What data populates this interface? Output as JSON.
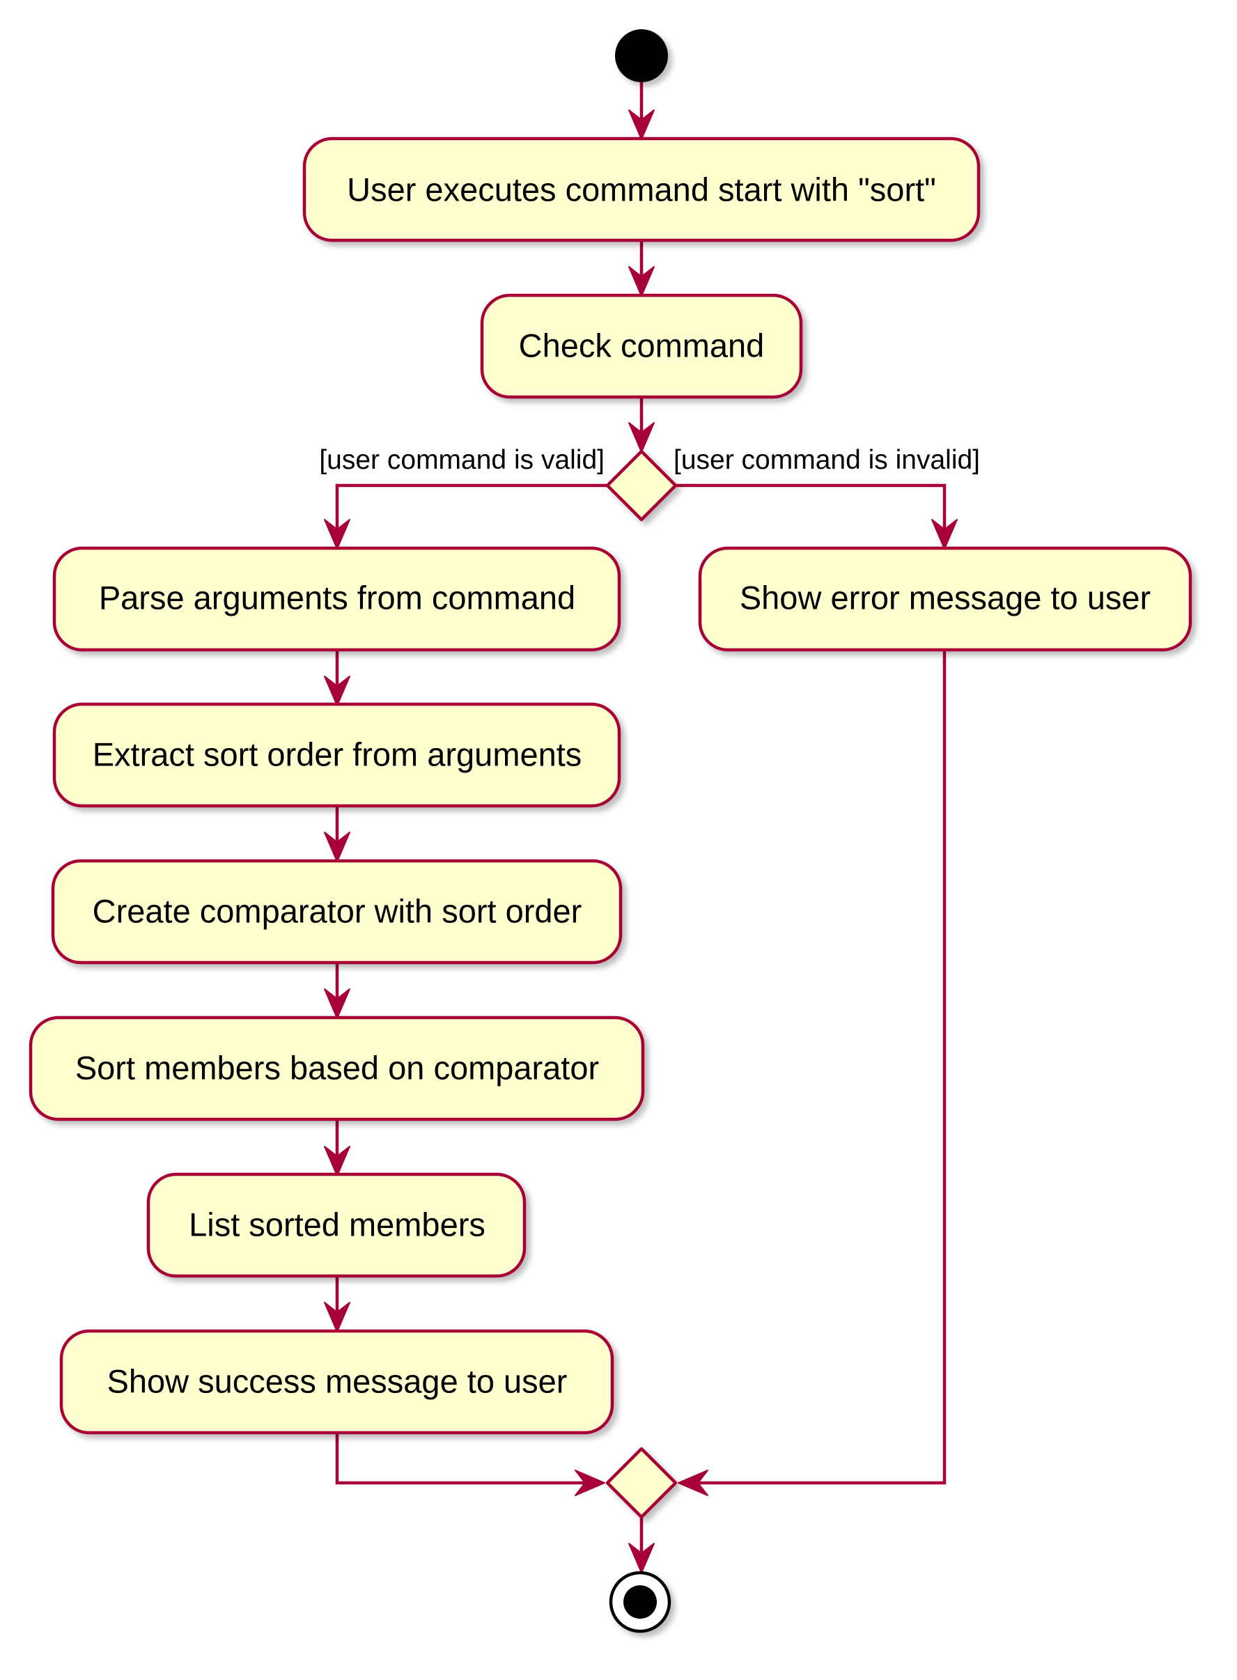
{
  "colors": {
    "node_fill": "#FEFECE",
    "border": "#A80036",
    "text": "#000000",
    "start_fill": "#000000",
    "shadow": "#c8c8c8"
  },
  "diagram": {
    "type": "activity",
    "actions": {
      "receive_command": "User executes command start with \"sort\"",
      "check_command": "Check command",
      "parse_arguments": "Parse arguments from command",
      "extract_sort_order": "Extract sort order from arguments",
      "create_comparator": "Create comparator with sort order",
      "sort_members": "Sort members based on comparator",
      "list_sorted": "List sorted members",
      "show_success": "Show success message to user",
      "show_error": "Show error message to user"
    },
    "guards": {
      "valid": "[user command is valid]",
      "invalid": "[user command is invalid]"
    }
  }
}
